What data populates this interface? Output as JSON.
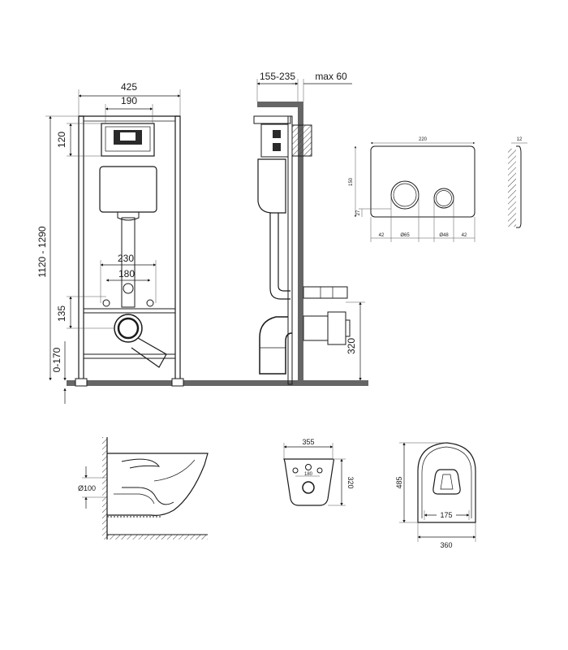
{
  "front_view": {
    "width_label": "425",
    "plate_width_label": "190",
    "plate_height_label": "120",
    "height_label": "1120 - 1290",
    "stud_spacing_label": "230",
    "pipe_spacing_label": "180",
    "pipe_height_label": "135",
    "foot_range_label": "0-170"
  },
  "side_view": {
    "depth_label": "155-235",
    "max_label": "max 60",
    "outlet_height_label": "320"
  },
  "flush_plate": {
    "width_label": "220",
    "height_label": "150",
    "offset_label": "27",
    "left_margin_label": "42",
    "big_button_label": "Ø65",
    "small_button_label": "Ø48",
    "right_margin_label": "42",
    "thickness_label": "12"
  },
  "bowl_side": {
    "outlet_label": "Ø100"
  },
  "bowl_back": {
    "width_label": "355",
    "depth_label": "320",
    "spacing_label": "180"
  },
  "bowl_top": {
    "length_label": "485",
    "width_label": "360",
    "inner_label": "175"
  }
}
